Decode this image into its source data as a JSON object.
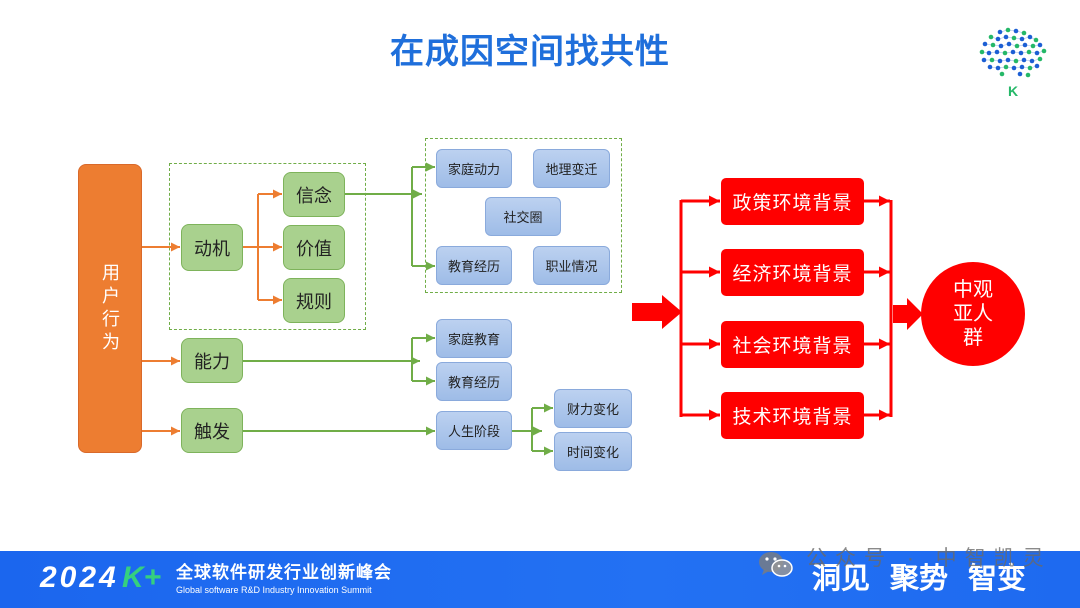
{
  "slide": {
    "title": "在成因空间找共性"
  },
  "logo": {
    "letter": "K"
  },
  "diagram": {
    "source": "用户行为",
    "motivation": {
      "label": "动机",
      "parts": [
        "信念",
        "价值",
        "规则"
      ]
    },
    "belief_causes": [
      "家庭动力",
      "地理变迁",
      "社交圈",
      "教育经历",
      "职业情况"
    ],
    "ability": {
      "label": "能力",
      "causes": [
        "家庭教育",
        "教育经历"
      ]
    },
    "trigger": {
      "label": "触发",
      "cause": "人生阶段",
      "sub_causes": [
        "财力变化",
        "时间变化"
      ]
    },
    "environments": [
      "政策环境背景",
      "经济环境背景",
      "社会环境背景",
      "技术环境背景"
    ],
    "result": "中观亚人群"
  },
  "footer": {
    "year": "2024",
    "brand": "K+",
    "event_cn": "全球软件研发行业创新峰会",
    "event_en": "Global software R&D Industry Innovation Summit",
    "slogan": [
      "洞见",
      "聚势",
      "智变"
    ],
    "watermark": "公众号 · 中智凯灵"
  },
  "icons": {
    "logo": "brain-dots-logo",
    "watermark": "wechat-icon"
  },
  "colors": {
    "title": "#1F6FDB",
    "behavior": "#ED7D31",
    "factor_fill": "#A9D18E",
    "factor_line": "#70AD47",
    "cause_fill": "#B4C7E7",
    "environment": "#FF0000",
    "footer": "#1E6AF0",
    "brand_green": "#35D07F"
  }
}
